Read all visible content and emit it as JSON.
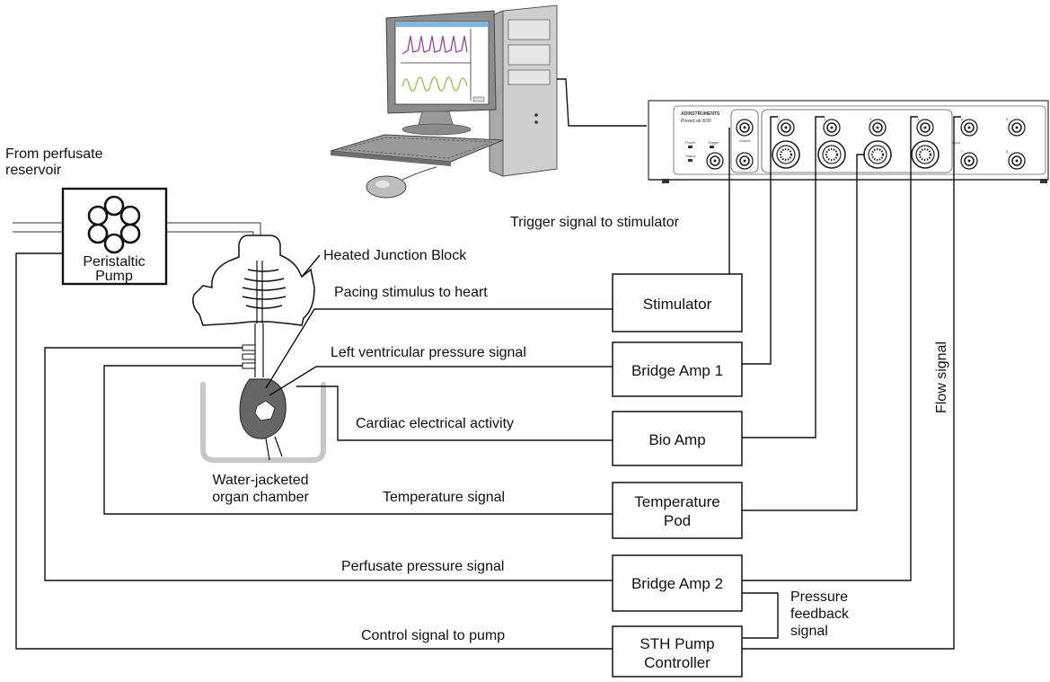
{
  "labels": {
    "from_reservoir": [
      "From perfusate",
      "reservoir"
    ],
    "pump": [
      "Peristaltic",
      "Pump"
    ],
    "heated_block": "Heated Junction Block",
    "chamber": [
      "Water-jacketed",
      "organ chamber"
    ],
    "trigger": "Trigger signal to stimulator",
    "pacing": "Pacing stimulus to heart",
    "lv_pressure": "Left ventricular pressure signal",
    "cardiac": "Cardiac electrical activity",
    "temperature": "Temperature signal",
    "perfusate_pressure": "Perfusate pressure signal",
    "control": "Control signal to pump",
    "flow": "Flow signal",
    "feedback": [
      "Pressure",
      "feedback",
      "signal"
    ]
  },
  "boxes": {
    "stimulator": [
      "Stimulator"
    ],
    "bridge1": [
      "Bridge Amp 1"
    ],
    "bioamp": [
      "Bio Amp"
    ],
    "temppod": [
      "Temperature",
      "Pod"
    ],
    "bridge2": [
      "Bridge Amp 2"
    ],
    "sth": [
      "STH Pump",
      "Controller"
    ]
  },
  "powerlab": {
    "brand": "ADINSTRUMENTS",
    "model": "PowerLab 8/30",
    "power": "Power",
    "trigger": "Trigger",
    "status": "Status",
    "output": "Output",
    "input": "Input",
    "channels": [
      "1",
      "2",
      "3",
      "4",
      "5",
      "6",
      "7",
      "8"
    ]
  },
  "colors": {
    "trace_top": "#9b3fa3",
    "trace_bottom": "#8cc63f",
    "monitor_frame": "#8c8c8c",
    "tower": "#d4d4d4",
    "chamber": "#c7c7c7",
    "heart": "#666666"
  }
}
